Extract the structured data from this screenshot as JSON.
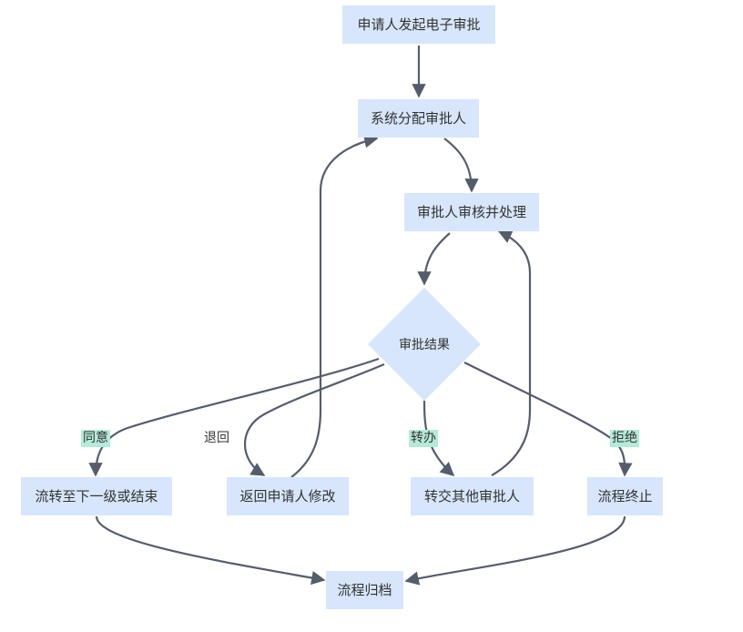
{
  "nodes": {
    "start": "申请人发起电子审批",
    "assign": "系统分配审批人",
    "review": "审批人审核并处理",
    "decision": "审批结果",
    "next_level": "流转至下一级或结束",
    "return": "返回申请人修改",
    "transfer": "转交其他审批人",
    "terminate": "流程终止",
    "archive": "流程归档"
  },
  "edge_labels": {
    "agree": "同意",
    "return": "退回",
    "transfer": "转办",
    "reject": "拒绝"
  },
  "colors": {
    "node_fill": "#d7e6fb",
    "edge_stroke": "#555d6b",
    "label_fill": "#b5ead9"
  }
}
